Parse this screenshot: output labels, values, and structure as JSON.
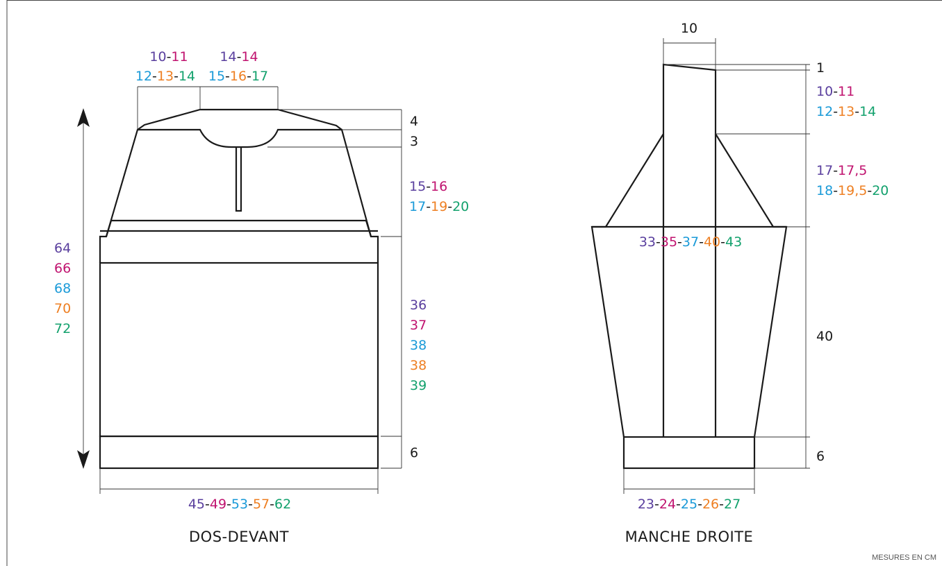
{
  "colors": {
    "size1": "#5a3f9e",
    "size2": "#c0136f",
    "size3": "#1a9ad8",
    "size4": "#ee7f22",
    "size5": "#13a16d",
    "ink": "#1a1a1a"
  },
  "dos_devant": {
    "caption": "DOS-DEVANT",
    "shoulder_left": {
      "line1": [
        "10",
        "11"
      ],
      "line2": [
        "12",
        "13",
        "14"
      ]
    },
    "neck_width": {
      "line1": [
        "14",
        "14"
      ],
      "line2": [
        "15",
        "16",
        "17"
      ]
    },
    "dim_shoulder_drop": "4",
    "dim_neck_depth": "3",
    "armhole": {
      "line1": [
        "15",
        "16"
      ],
      "line2": [
        "17",
        "19",
        "20"
      ]
    },
    "total_length": [
      "64",
      "66",
      "68",
      "70",
      "72"
    ],
    "body_length": [
      "36",
      "37",
      "38",
      "38",
      "39"
    ],
    "rib": "6",
    "width": [
      "45",
      "49",
      "53",
      "57",
      "62"
    ]
  },
  "manche_droite": {
    "caption": "MANCHE DROITE",
    "top_width": "10",
    "dim_top": "1",
    "saddle": {
      "line1": [
        "10",
        "11"
      ],
      "line2": [
        "12",
        "13",
        "14"
      ]
    },
    "raglan": {
      "line1": [
        "17",
        "17,5"
      ],
      "line2": [
        "18",
        "19,5",
        "20"
      ]
    },
    "upper_arm": [
      "33",
      "35",
      "37",
      "40",
      "43"
    ],
    "length": "40",
    "cuff": "6",
    "wrist": [
      "23",
      "24",
      "25",
      "26",
      "27"
    ]
  },
  "note": "MESURES EN CM"
}
